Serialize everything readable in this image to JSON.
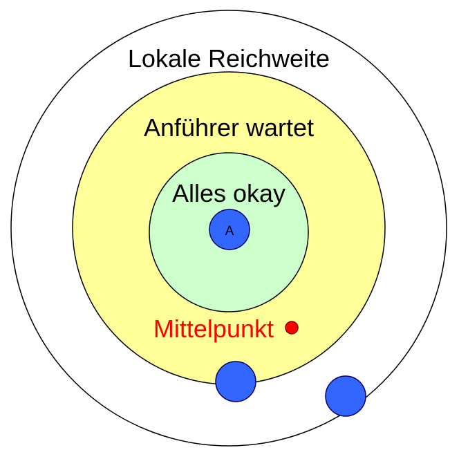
{
  "diagram": {
    "outer_ring": {
      "label": "Lokale Reichweite",
      "fill": "#ffffff",
      "stroke": "#000000"
    },
    "middle_ring": {
      "label": "Anführer wartet",
      "fill": "#ffff99",
      "stroke": "#000000"
    },
    "inner_ring": {
      "label": "Alles okay",
      "fill": "#ccffcc",
      "stroke": "#000000"
    },
    "center_node": {
      "label": "A",
      "fill": "#3366ff",
      "stroke": "#000066"
    },
    "midpoint": {
      "label": "Mittelpunkt",
      "label_color": "#ff0000",
      "fill": "#ff0000",
      "stroke": "#800000"
    },
    "peer_nodes": [
      {
        "fill": "#3366ff",
        "stroke": "#000066"
      },
      {
        "fill": "#3366ff",
        "stroke": "#000066"
      }
    ]
  }
}
